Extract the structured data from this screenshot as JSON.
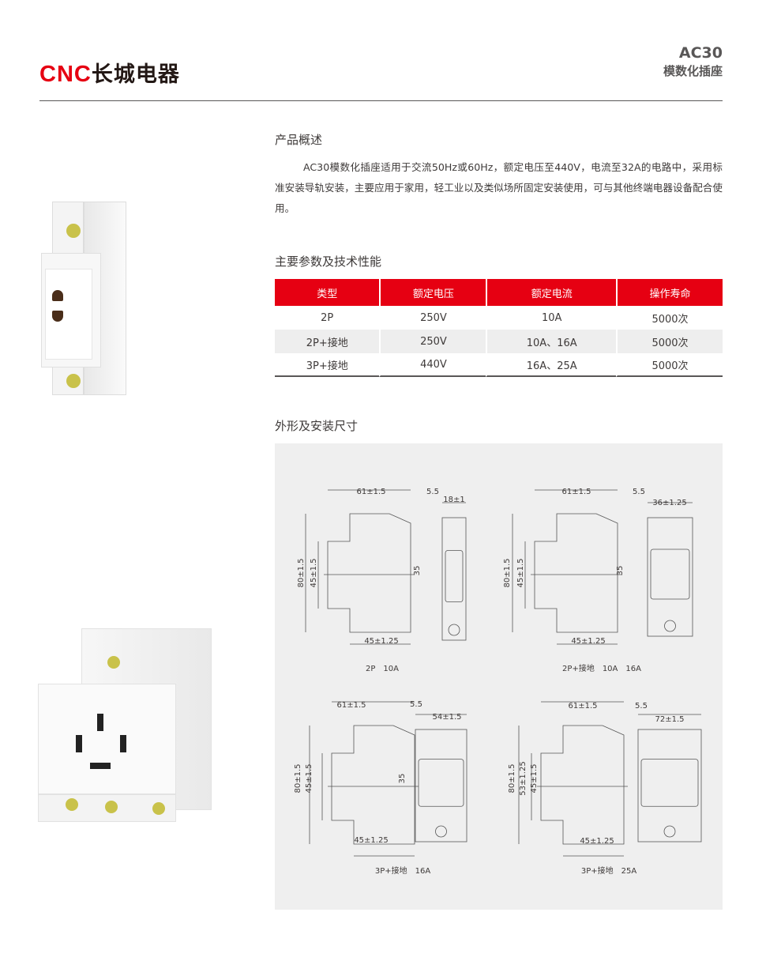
{
  "header": {
    "brand_latin": "CNC",
    "brand_cn": "长城电器",
    "model": "AC30",
    "product_name": "模数化插座"
  },
  "overview": {
    "title": "产品概述",
    "text": "AC30模数化插座适用于交流50Hz或60Hz，额定电压至440V，电流至32A的电路中，采用标准安装导轨安装，主要应用于家用，轻工业以及类似场所固定安装使用，可与其他终端电器设备配合使用。"
  },
  "specs": {
    "title": "主要参数及技术性能",
    "columns": [
      "类型",
      "额定电压",
      "额定电流",
      "操作寿命"
    ],
    "rows": [
      [
        "2P",
        "250V",
        "10A",
        "5000次"
      ],
      [
        "2P+接地",
        "250V",
        "10A、16A",
        "5000次"
      ],
      [
        "3P+接地",
        "440V",
        "16A、25A",
        "5000次"
      ]
    ],
    "header_color": "#e60012"
  },
  "dimensions": {
    "title": "外形及安装尺寸",
    "panels": [
      {
        "caption": "2P　10A",
        "depth": "61±1.5",
        "offset": "5.5",
        "width": "18±1",
        "height": "80±1.5",
        "mid": "45±1.5",
        "rail": "35",
        "base": "45±1.25"
      },
      {
        "caption": "2P+接地　10A　16A",
        "depth": "61±1.5",
        "offset": "5.5",
        "width": "36±1.25",
        "height": "80±1.5",
        "mid": "45±1.5",
        "rail": "35",
        "base": "45±1.25"
      },
      {
        "caption": "3P+接地　16A",
        "depth": "61±1.5",
        "offset": "5.5",
        "width": "54±1.5",
        "height": "80±1.5",
        "mid": "45±1.5",
        "rail": "35",
        "base": "45±1.25"
      },
      {
        "caption": "3P+接地　25A",
        "depth": "61±1.5",
        "offset": "5.5",
        "width": "72±1.5",
        "height": "80±1.5",
        "mid2": "53±1.25",
        "mid": "45±1.5",
        "base": "45±1.25"
      }
    ]
  }
}
